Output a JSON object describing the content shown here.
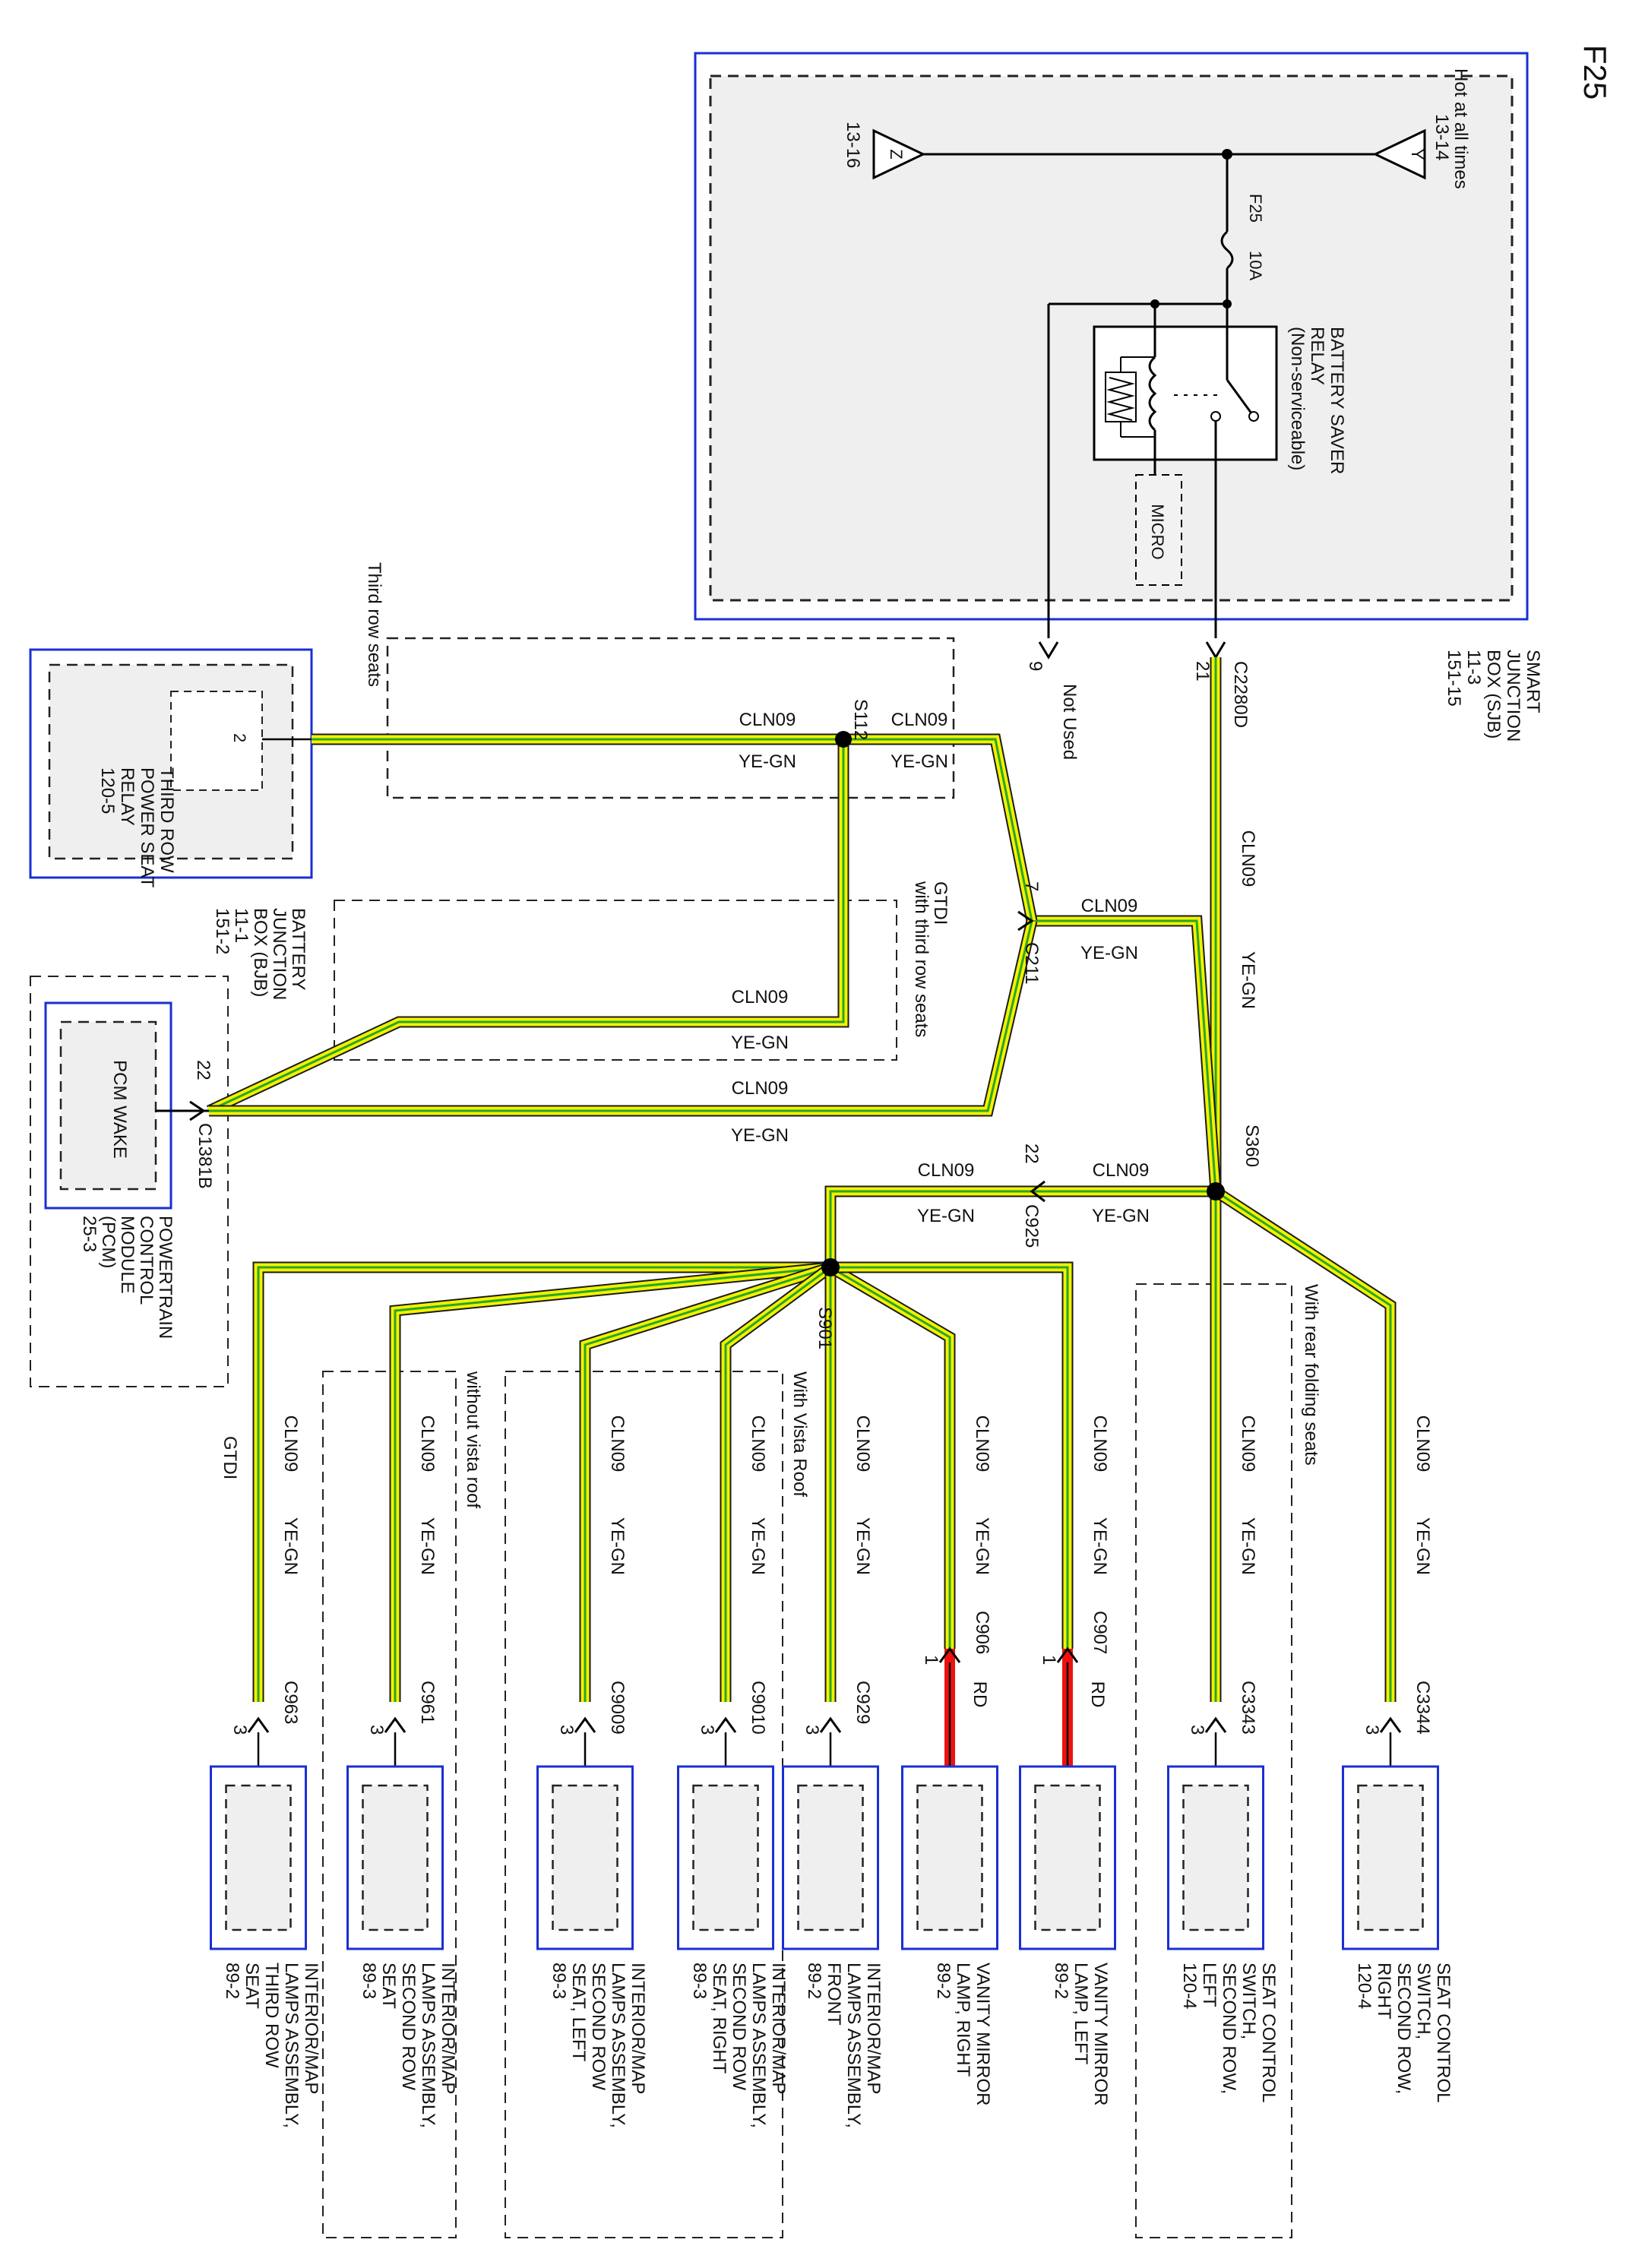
{
  "page_label": "F25",
  "sjb": {
    "hot_label": "Hot at all times",
    "ref_top": "13-14",
    "ref_bottom": "13-16",
    "tri_top": "Y",
    "tri_bottom": "Z",
    "fuse_name": "F25",
    "fuse_rating": "10A",
    "relay_lines": [
      "BATTERY SAVER",
      "RELAY",
      "(Non-serviceable)"
    ],
    "micro": "MICRO",
    "title_lines": [
      "SMART",
      "JUNCTION",
      "BOX (SJB)",
      "11-3",
      "151-15"
    ],
    "conn": "C2280D",
    "pin_used": "21",
    "pin_unused": "9",
    "not_used": "Not Used"
  },
  "wire": {
    "circuit": "CLN09",
    "color": "YE-GN",
    "rd": "RD"
  },
  "splices": {
    "s112": "S112",
    "s360": "S360",
    "s901": "S901"
  },
  "c211": {
    "name": "C211",
    "pin": "7"
  },
  "c925": {
    "name": "C925",
    "pin": "22"
  },
  "notes": {
    "third_row_seats": "Third row seats",
    "gtdi_third_row_1": "GTDI",
    "gtdi_third_row_2": "with third row seats",
    "gtdi": "GTDI",
    "rear_folding": "With rear folding seats",
    "vista_roof": "With Vista Roof",
    "without_vista": "without vista roof"
  },
  "bjb": {
    "lines": [
      "BATTERY",
      "JUNCTION",
      "BOX (BJB)",
      "11-1",
      "151-2"
    ]
  },
  "third_row_relay": {
    "lines": [
      "THIRD ROW",
      "POWER SEAT",
      "RELAY",
      "120-5"
    ],
    "pin": "2"
  },
  "pcm": {
    "inner": "PCM WAKE",
    "conn": "C1381B",
    "pin": "22",
    "lines": [
      "POWERTRAIN",
      "CONTROL",
      "MODULE",
      "(PCM)",
      "25-3"
    ]
  },
  "branches": [
    {
      "conn": "C963",
      "pin": "3",
      "lines": [
        "INTERIOR/MAP",
        "LAMPS ASSEMBLY,",
        "THIRD ROW",
        "SEAT",
        "89-2"
      ]
    },
    {
      "conn": "C961",
      "pin": "3",
      "lines": [
        "INTERIOR/MAP",
        "LAMPS ASSEMBLY,",
        "SECOND ROW",
        "SEAT",
        "89-3"
      ]
    },
    {
      "conn": "C9009",
      "pin": "3",
      "lines": [
        "INTERIOR/MAP",
        "LAMPS ASSEMBLY,",
        "SECOND ROW",
        "SEAT, LEFT",
        "89-3"
      ]
    },
    {
      "conn": "C9010",
      "pin": "3",
      "lines": [
        "INTERIOR/MAP",
        "LAMPS ASSEMBLY,",
        "SECOND ROW",
        "SEAT, RIGHT",
        "89-3"
      ]
    },
    {
      "conn": "C929",
      "pin": "3",
      "lines": [
        "INTERIOR/MAP",
        "LAMPS ASSEMBLY,",
        "FRONT",
        "89-2"
      ]
    },
    {
      "conn": "C906",
      "pin": "1",
      "lines": [
        "VANITY MIRROR",
        "LAMP, RIGHT",
        "89-2"
      ]
    },
    {
      "conn": "C907",
      "pin": "1",
      "lines": [
        "VANITY MIRROR",
        "LAMP, LEFT",
        "89-2"
      ]
    },
    {
      "conn": "C3343",
      "pin": "3",
      "lines": [
        "SEAT CONTROL",
        "SWITCH,",
        "SECOND ROW,",
        "LEFT",
        "120-4"
      ]
    },
    {
      "conn": "C3344",
      "pin": "3",
      "lines": [
        "SEAT CONTROL",
        "SWITCH,",
        "SECOND ROW,",
        "RIGHT",
        "120-4"
      ]
    }
  ]
}
